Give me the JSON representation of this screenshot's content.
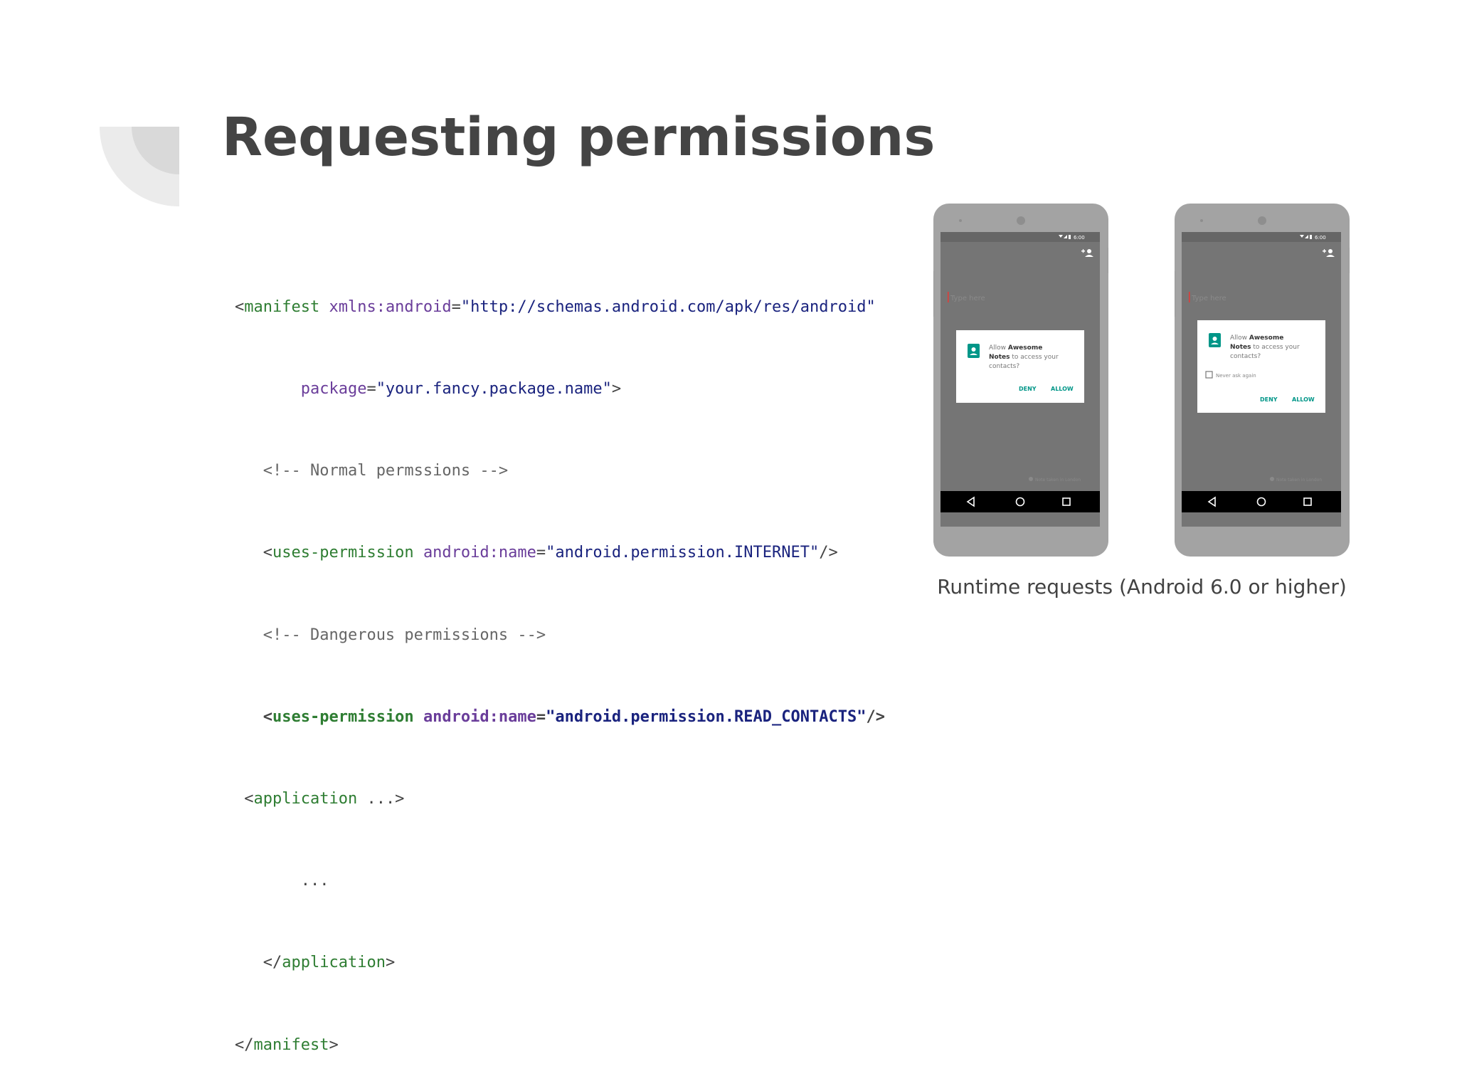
{
  "slide": {
    "title": "Requesting permissions",
    "caption": "Runtime requests (Android 6.0 or higher)"
  },
  "code": {
    "l1": {
      "tag_open": "<",
      "tag": "manifest",
      "attr": "xmlns:android",
      "eq": "=",
      "value": "\"http://schemas.android.com/apk/res/android\""
    },
    "l2": {
      "attr": "package",
      "eq": "=",
      "value": "\"your.fancy.package.name\"",
      "close": ">"
    },
    "l3": {
      "comment": "<!-- Normal permssions -->"
    },
    "l4": {
      "tag_open": "<",
      "tag": "uses-permission",
      "attr": "android:name",
      "eq": "=",
      "value": "\"android.permission.INTERNET\"",
      "close": "/>"
    },
    "l5": {
      "comment": "<!-- Dangerous permissions -->"
    },
    "l6": {
      "tag_open": "<",
      "tag": "uses-permission",
      "attr": "android:name",
      "eq": "=",
      "value": "\"android.permission.READ_CONTACTS\"",
      "close": "/>"
    },
    "l7": {
      "tag_open": "<",
      "tag": "application",
      "rest": " ...>"
    },
    "l8": {
      "text": "..."
    },
    "l9": {
      "tag_open": "</",
      "tag": "application",
      "close": ">"
    },
    "l10": {
      "tag_open": "</",
      "tag": "manifest",
      "close": ">"
    }
  },
  "phones": [
    {
      "status_time": "6:00",
      "input_placeholder": "Type here",
      "dialog_line1_light": "Allow ",
      "dialog_line1_bold": "Awesome",
      "dialog_line2_bold": "Notes",
      "dialog_line2_light": " to access your",
      "dialog_line3": "contacts?",
      "deny": "DENY",
      "allow": "ALLOW",
      "location_hint": "Note taken in London"
    },
    {
      "status_time": "6:00",
      "input_placeholder": "Type here",
      "dialog_line1_light": "Allow ",
      "dialog_line1_bold": "Awesome",
      "dialog_line2_bold": "Notes",
      "dialog_line2_light": " to access your",
      "dialog_line3": "contacts?",
      "checkbox_label": "Never ask again",
      "deny": "DENY",
      "allow": "ALLOW",
      "location_hint": "Note taken in London"
    }
  ],
  "colors": {
    "title": "#444444",
    "accent": "#009688",
    "phone_body": "#a3a3a3",
    "screen": "#757575"
  }
}
